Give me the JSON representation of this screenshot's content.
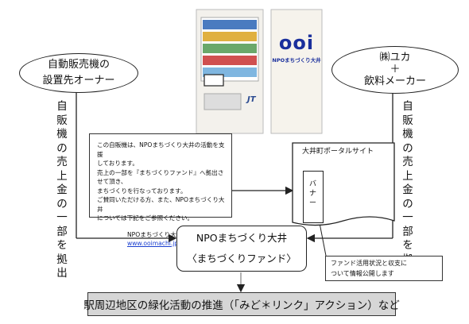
{
  "owner_node": {
    "line1": "自動販売機の",
    "line2": "設置先オーナー"
  },
  "partner_node": {
    "line1": "㈱ユカ",
    "line2": "＋",
    "line3": "飲料メーカー"
  },
  "left_flow_label": "自販機の売上金の一部を拠出",
  "right_flow_label": "自販機の売上金の一部を拠出",
  "machine_signage": {
    "logo_text": "ooi",
    "org_text": "NPOまちづくり大井",
    "brand_mark": "JT"
  },
  "notice": {
    "lines": [
      "この自販機は、NPOまちづくり大井の活動を支援",
      "しております。",
      "売上の一部を『まちづくりファンド』へ拠出させて頂き、",
      "まちづくりを行なっております。",
      "ご賛同いただける方、また、NPOまちづくり大井",
      "については下記をご参照ください。"
    ],
    "url_prefix": "NPOまちづくり大井：",
    "url": "www.ooimachi.jp"
  },
  "portal": {
    "title": "大井町ポータルサイト",
    "banner_text": "バナー"
  },
  "npo": {
    "line1": "NPOまちづくり大井",
    "line2": "〈まちづくりファンド〉"
  },
  "fund_note": {
    "line1": "ファンド活用状況と収支に",
    "line2": "ついて情報公開します"
  },
  "outcome": "駅周辺地区の緑化活動の推進（「みど＊リンク」アクション）など",
  "colors": {
    "outcome_fill": "#d6d6d6",
    "link": "#1a3fd0",
    "logo_blue": "#1a2f9c"
  }
}
